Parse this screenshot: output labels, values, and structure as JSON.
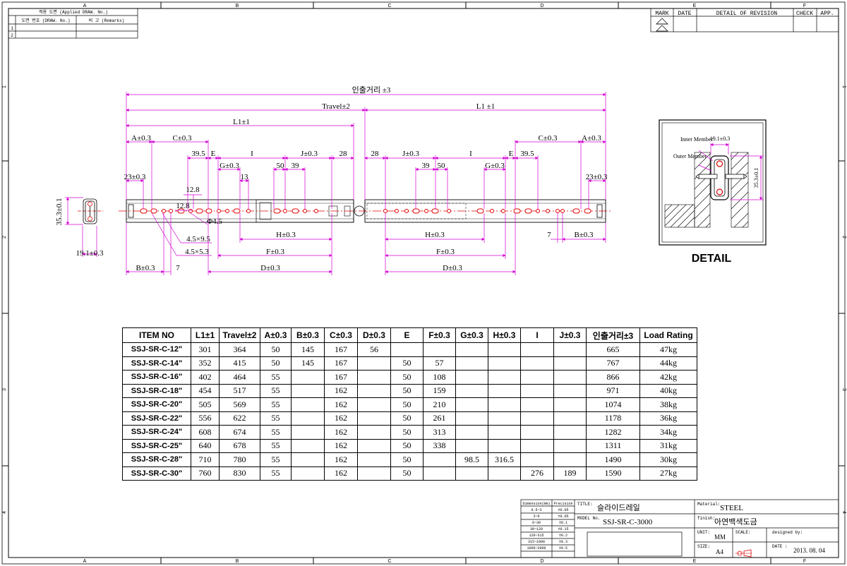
{
  "frame": {
    "zone_cols": [
      "A",
      "B",
      "C",
      "D",
      "E",
      "F"
    ],
    "zone_rows": [
      "1",
      "2",
      "3",
      "4"
    ]
  },
  "applied_drawing": {
    "title": "적용 도면 (Applied DRAW. No.)",
    "col1": "도면 번호 (DRAW. No.)",
    "col2": "비 고 (Remarks)",
    "rows": [
      "1",
      "2"
    ]
  },
  "revision": {
    "headers": [
      "MARK",
      "DATE",
      "DETAIL OF REVISION",
      "CHECK",
      "APP."
    ]
  },
  "drawing": {
    "dims": {
      "overall_extension": "인출거리 ±3",
      "travel": "Travel±2",
      "l1_right": "L1 ±1",
      "l1_left": "L1±1",
      "a_left": "A±0.3",
      "c_left": "C±0.3",
      "d395_left": "39.5",
      "e_left": "E",
      "i_left": "I",
      "j_left": "J±0.3",
      "d28_left": "28",
      "g_left": "G±0.3",
      "d50_left": "50",
      "d39_left": "39",
      "d13": "13",
      "d23_left": "23±0.3",
      "d128a": "12.8",
      "d128b": "12.8",
      "phi45": "Φ4.5",
      "slot95": "4.5×9.5",
      "slot53": "4.5×5.3",
      "h_left": "H±0.3",
      "f_left": "F±0.3",
      "b_left": "B±0.3",
      "d7_left": "7",
      "d_left": "D±0.3",
      "d28_right": "28",
      "j_right": "J±0.3",
      "i_right": "I",
      "e_right": "E",
      "d395_right": "39.5",
      "c_right": "C±0.3",
      "a_right": "A±0.3",
      "d39_right": "39",
      "d50_right": "50",
      "g_right": "G±0.3",
      "d23_right": "23±0.3",
      "h_right": "H±0.3",
      "d7_right": "7",
      "b_right": "B±0.3",
      "f_right": "F±0.3",
      "d_right": "D±0.3",
      "height": "35.3±0.1",
      "width": "19.1±0.3"
    },
    "detail": {
      "label": "DETAIL",
      "inner": "Inner Member",
      "outer": "Outer Member",
      "width": "19.1±0.3",
      "height": "35.3±0.1"
    }
  },
  "spec_table": {
    "headers": [
      "ITEM NO",
      "L1±1",
      "Travel±2",
      "A±0.3",
      "B±0.3",
      "C±0.3",
      "D±0.3",
      "E",
      "F±0.3",
      "G±0.3",
      "H±0.3",
      "I",
      "J±0.3",
      "인출거리±3",
      "Load Rating"
    ],
    "rows": [
      [
        "SSJ-SR-C-12\"",
        "301",
        "364",
        "50",
        "145",
        "167",
        "56",
        "",
        "",
        "",
        "",
        "",
        "",
        "665",
        "47kg"
      ],
      [
        "SSJ-SR-C-14\"",
        "352",
        "415",
        "50",
        "145",
        "167",
        "",
        "50",
        "57",
        "",
        "",
        "",
        "",
        "767",
        "44kg"
      ],
      [
        "SSJ-SR-C-16\"",
        "402",
        "464",
        "55",
        "",
        "167",
        "",
        "50",
        "108",
        "",
        "",
        "",
        "",
        "866",
        "42kg"
      ],
      [
        "SSJ-SR-C-18\"",
        "454",
        "517",
        "55",
        "",
        "162",
        "",
        "50",
        "159",
        "",
        "",
        "",
        "",
        "971",
        "40kg"
      ],
      [
        "SSJ-SR-C-20\"",
        "505",
        "569",
        "55",
        "",
        "162",
        "",
        "50",
        "210",
        "",
        "",
        "",
        "",
        "1074",
        "38kg"
      ],
      [
        "SSJ-SR-C-22\"",
        "556",
        "622",
        "55",
        "",
        "162",
        "",
        "50",
        "261",
        "",
        "",
        "",
        "",
        "1178",
        "36kg"
      ],
      [
        "SSJ-SR-C-24\"",
        "608",
        "674",
        "55",
        "",
        "162",
        "",
        "50",
        "313",
        "",
        "",
        "",
        "",
        "1282",
        "34kg"
      ],
      [
        "SSJ-SR-C-25\"",
        "640",
        "678",
        "55",
        "",
        "162",
        "",
        "50",
        "338",
        "",
        "",
        "",
        "",
        "1311",
        "31kg"
      ],
      [
        "SSJ-SR-C-28\"",
        "710",
        "780",
        "55",
        "",
        "162",
        "",
        "50",
        "",
        "98.5",
        "316.5",
        "",
        "",
        "1490",
        "30kg"
      ],
      [
        "SSJ-SR-C-30\"",
        "760",
        "830",
        "55",
        "",
        "162",
        "",
        "50",
        "",
        "",
        "",
        "276",
        "189",
        "1590",
        "27kg"
      ]
    ]
  },
  "title_block": {
    "tol_header": [
      "Dimension(mm)",
      "Precision"
    ],
    "tolerances": [
      [
        "0.5~3",
        "±0.05"
      ],
      [
        "3~6",
        "±0.05"
      ],
      [
        "6~30",
        "±0.1"
      ],
      [
        "30~120",
        "±0.15"
      ],
      [
        "120~315",
        "±0.2"
      ],
      [
        "315~1000",
        "±0.3"
      ],
      [
        "1000~2000",
        "±0.5"
      ]
    ],
    "title_label": "TITLE:",
    "title": "슬라이드레일",
    "model_label": "MODEL No.",
    "model": "SSJ-SR-C-3000",
    "material_label": "Material:",
    "material": "STEEL",
    "finish_label": "finish:",
    "finish": "아연백색도금",
    "unit_label": "UNIT:",
    "unit": "MM",
    "scale_label": "SCALE:",
    "designed_label": "designed by:",
    "size_label": "SIZE:",
    "size": "A4",
    "date_label": "DATE :",
    "date": "2013. 08. 04"
  }
}
